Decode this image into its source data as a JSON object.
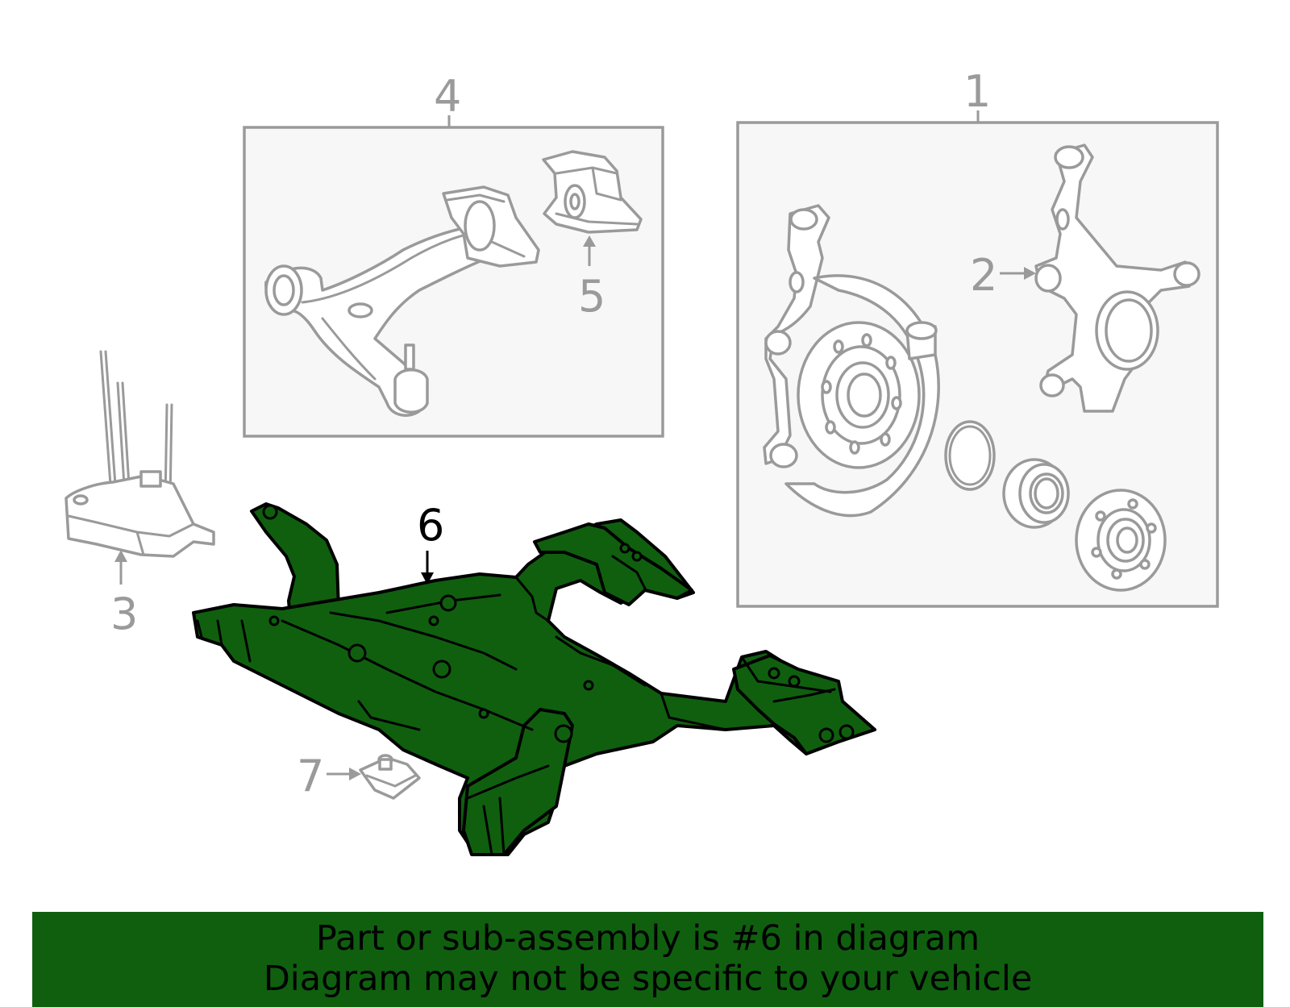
{
  "callouts": {
    "c1": "1",
    "c2": "2",
    "c3": "3",
    "c4": "4",
    "c5": "5",
    "c6": "6",
    "c7": "7"
  },
  "banner": {
    "line1": "Part or sub-assembly is #6 in diagram",
    "line2": "Diagram may not be specific to your vehicle"
  },
  "colors": {
    "highlight": "#0f5f0f",
    "parts_gray": "#9a9a9a",
    "banner_bg": "#0f5f0f"
  },
  "icons": {
    "part_1": "steering-knuckle-assembly-icon",
    "part_2": "steering-knuckle-icon",
    "part_3": "engine-mount-icon",
    "part_4": "lower-control-arm-icon",
    "part_5": "control-arm-bushing-icon",
    "part_6": "engine-cradle-icon",
    "part_7": "clip-nut-icon"
  }
}
